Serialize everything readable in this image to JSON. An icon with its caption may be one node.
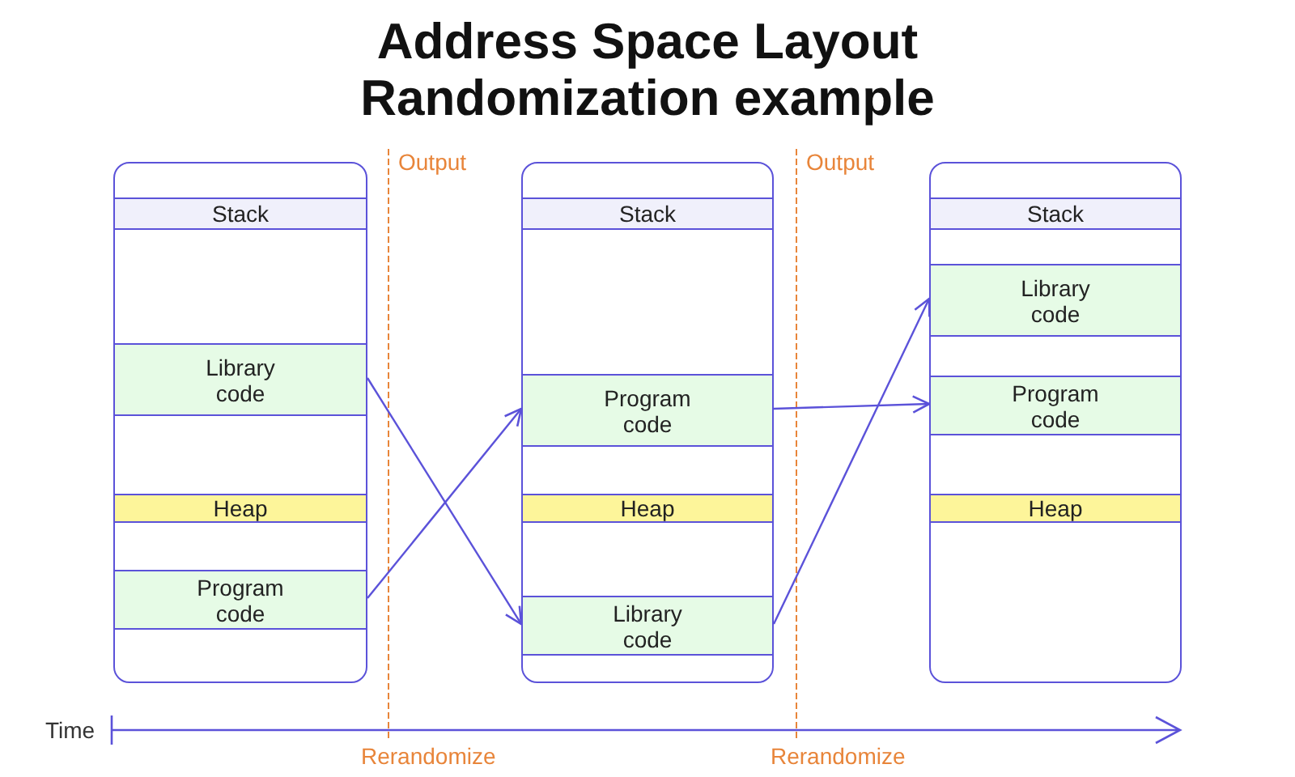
{
  "diagram": {
    "title": "Address Space Layout Randomization example",
    "nodes": [
      {
        "text": [],
        "shape": "box"
      },
      {
        "text": [
          "Stack"
        ],
        "in": 0
      },
      {
        "text": [
          "Library code"
        ],
        "in": 0
      },
      {
        "text": [
          "Heap"
        ],
        "in": 0
      },
      {
        "text": [
          "Program code"
        ],
        "in": 0
      },
      {
        "text": [],
        "shape": "box"
      },
      {
        "text": [
          "Stack"
        ],
        "in": 5
      },
      {
        "text": [
          "Program code"
        ],
        "in": 5
      },
      {
        "text": [
          "Heap"
        ],
        "in": 5
      },
      {
        "text": [
          "Library code"
        ],
        "in": 5
      },
      {
        "text": [],
        "shape": "box"
      },
      {
        "text": [
          "Stack"
        ],
        "in": 10
      },
      {
        "text": [
          "Library code"
        ],
        "in": 10
      },
      {
        "text": [
          "Program code"
        ],
        "in": 10
      },
      {
        "text": [
          "Heap"
        ],
        "in": 10
      }
    ],
    "edges": [
      {
        "from": 2,
        "to": 9,
        "arrow": "to"
      },
      {
        "from": 4,
        "to": 7,
        "arrow": "to"
      },
      {
        "from": 9,
        "to": 12,
        "arrow": "to"
      },
      {
        "from": 7,
        "to": 13,
        "arrow": "to"
      }
    ],
    "labels": [
      "Output",
      "Output",
      "Time",
      "Rerandomize",
      "Rerandomize"
    ]
  }
}
